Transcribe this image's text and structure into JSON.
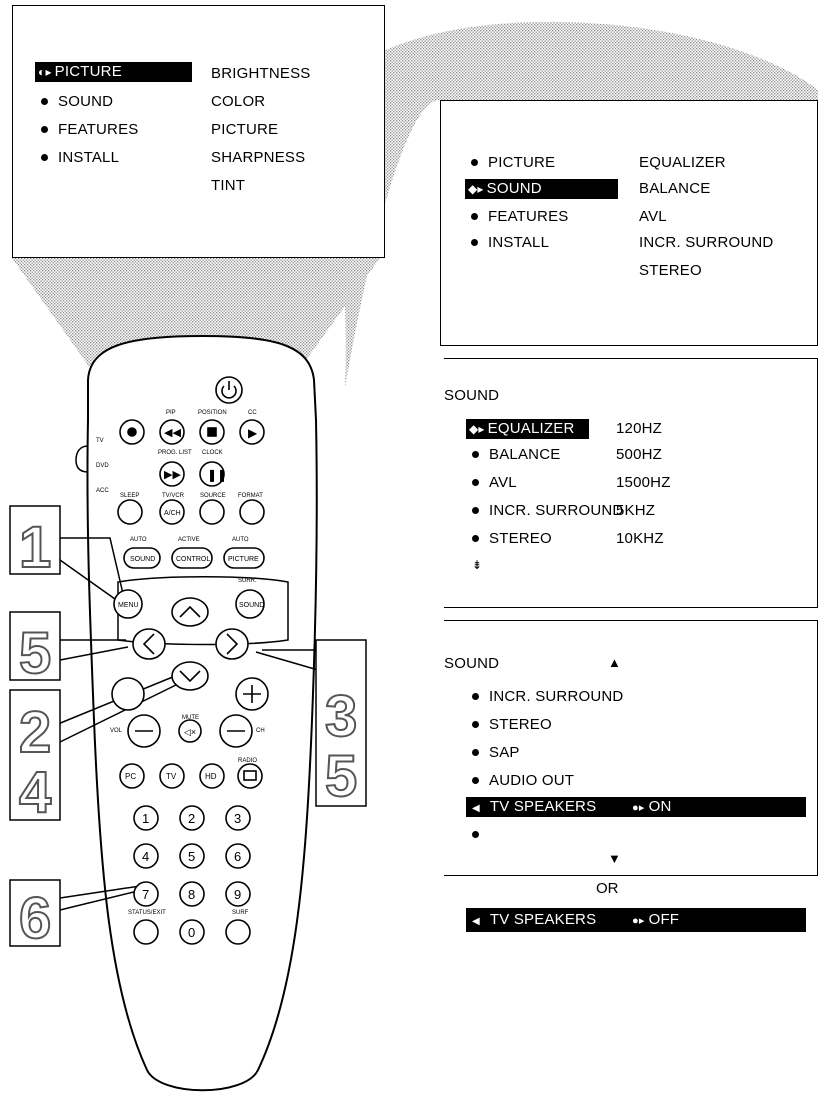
{
  "menu1": {
    "items": [
      "PICTURE",
      "SOUND",
      "FEATURES",
      "INSTALL"
    ],
    "selected_index": 0,
    "submenu": [
      "BRIGHTNESS",
      "COLOR",
      "PICTURE",
      "SHARPNESS",
      "TINT"
    ]
  },
  "menu2": {
    "items": [
      "PICTURE",
      "SOUND",
      "FEATURES",
      "INSTALL"
    ],
    "selected_index": 1,
    "submenu": [
      "EQUALIZER",
      "BALANCE",
      "AVL",
      "INCR. SURROUND",
      "STEREO"
    ]
  },
  "menu3": {
    "title": "SOUND",
    "items": [
      "EQUALIZER",
      "BALANCE",
      "AVL",
      "INCR. SURROUND",
      "STEREO"
    ],
    "selected_index": 0,
    "values": [
      "120HZ",
      "500HZ",
      "1500HZ",
      "5KHZ",
      "10KHZ"
    ]
  },
  "menu4": {
    "title": "SOUND",
    "items": [
      "INCR. SURROUND",
      "STEREO",
      "SAP",
      "AUDIO OUT",
      "TV SPEAKERS"
    ],
    "selected_label": "TV SPEAKERS",
    "selected_value": "ON"
  },
  "or_label": "OR",
  "alt_bar": {
    "label": "TV SPEAKERS",
    "value": "OFF"
  },
  "step_labels": [
    "1",
    "5",
    "2",
    "4",
    "3",
    "5",
    "6"
  ],
  "remote": {
    "row_labels_top": [
      "PIP",
      "POSITION",
      "CC"
    ],
    "row_labels_2": [
      "PROG. LIST",
      "CLOCK"
    ],
    "mode_labels": [
      "TV",
      "DVD",
      "ACC"
    ],
    "row_labels_3": [
      "SLEEP",
      "TV/VCR",
      "SOURCE",
      "FORMAT"
    ],
    "btn_ach": "A/CH",
    "row_labels_4": [
      "AUTO",
      "ACTIVE",
      "AUTO"
    ],
    "btn_sound": "SOUND",
    "btn_control": "CONTROL",
    "btn_picture": "PICTURE",
    "btn_menu": "MENU",
    "surr_label": "SURR.",
    "btn_surr_sound": "SOUND",
    "vol_label": "VOL",
    "ch_label": "CH",
    "mute_label": "MUTE",
    "radio_label": "RADIO",
    "src_buttons": [
      "PC",
      "TV",
      "HD"
    ],
    "digits": [
      "1",
      "2",
      "3",
      "4",
      "5",
      "6",
      "7",
      "8",
      "9",
      "0"
    ],
    "status_label": "STATUS/EXIT",
    "surf_label": "SURF"
  }
}
